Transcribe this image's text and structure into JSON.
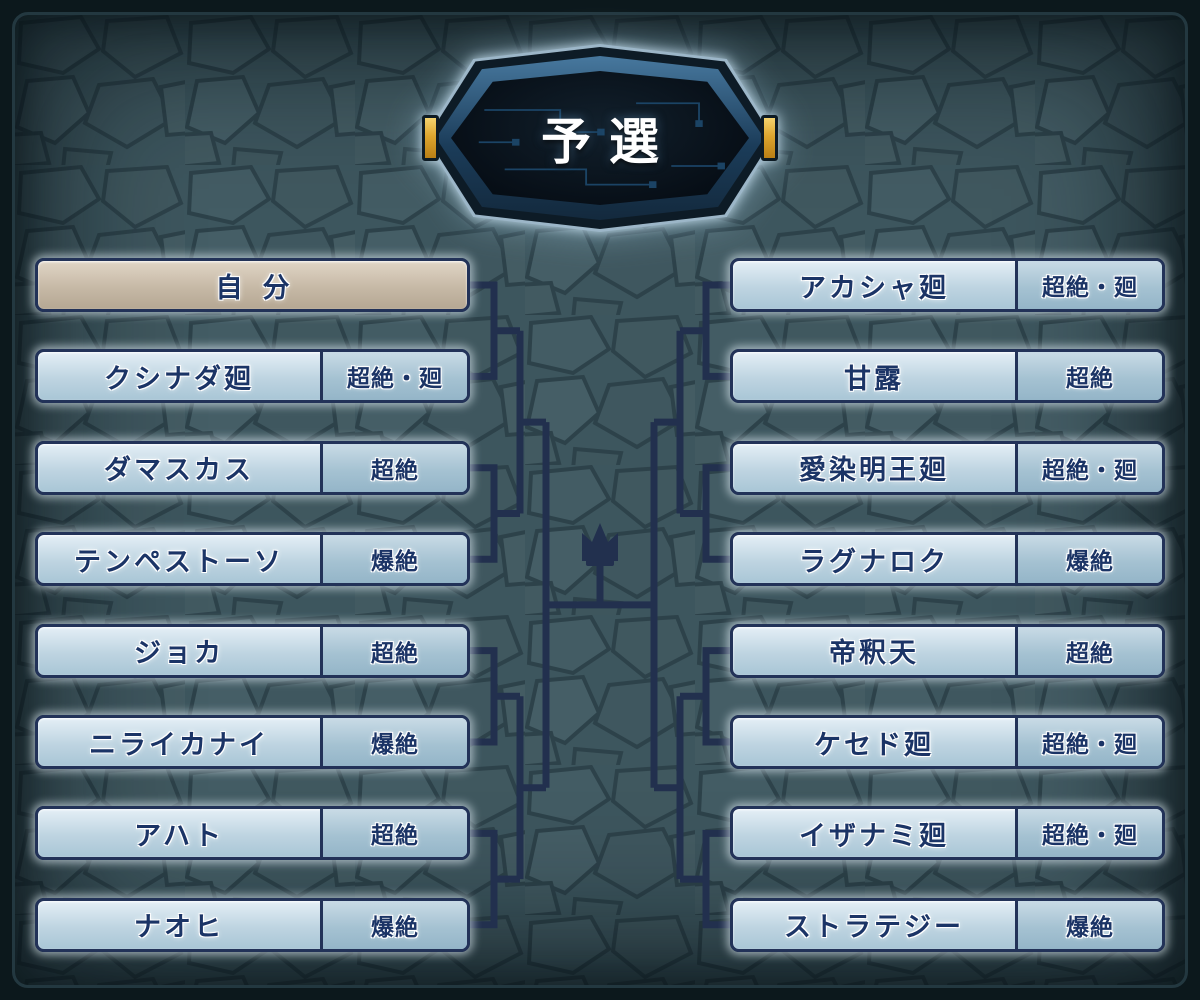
{
  "title": {
    "label": "予選"
  },
  "center_icon": "crown-icon",
  "bracket": {
    "left": [
      {
        "name": "自分",
        "difficulty": "",
        "is_player": true
      },
      {
        "name": "クシナダ廻",
        "difficulty": "超絶・廻"
      },
      {
        "name": "ダマスカス",
        "difficulty": "超絶"
      },
      {
        "name": "テンペストーソ",
        "difficulty": "爆絶"
      },
      {
        "name": "ジョカ",
        "difficulty": "超絶"
      },
      {
        "name": "ニライカナイ",
        "difficulty": "爆絶"
      },
      {
        "name": "アハト",
        "difficulty": "超絶"
      },
      {
        "name": "ナオヒ",
        "difficulty": "爆絶"
      }
    ],
    "right": [
      {
        "name": "アカシャ廻",
        "difficulty": "超絶・廻"
      },
      {
        "name": "甘露",
        "difficulty": "超絶"
      },
      {
        "name": "愛染明王廻",
        "difficulty": "超絶・廻"
      },
      {
        "name": "ラグナロク",
        "difficulty": "爆絶"
      },
      {
        "name": "帝釈天",
        "difficulty": "超絶"
      },
      {
        "name": "ケセド廻",
        "difficulty": "超絶・廻"
      },
      {
        "name": "イザナミ廻",
        "difficulty": "超絶・廻"
      },
      {
        "name": "ストラテジー",
        "difficulty": "爆絶"
      }
    ]
  },
  "colors": {
    "background": "#3d565e",
    "frame": "#0c181c",
    "entry_bg": "#c9dce8",
    "entry_border": "#223258",
    "player_bg": "#c4b7a4",
    "difficulty_bg": "#a9c4d4",
    "text": "#1b3466",
    "bracket_line": "#22304e",
    "banner_bg": "#0a1420",
    "banner_border": "#47789e",
    "clamp_gold": "#dda62e"
  }
}
